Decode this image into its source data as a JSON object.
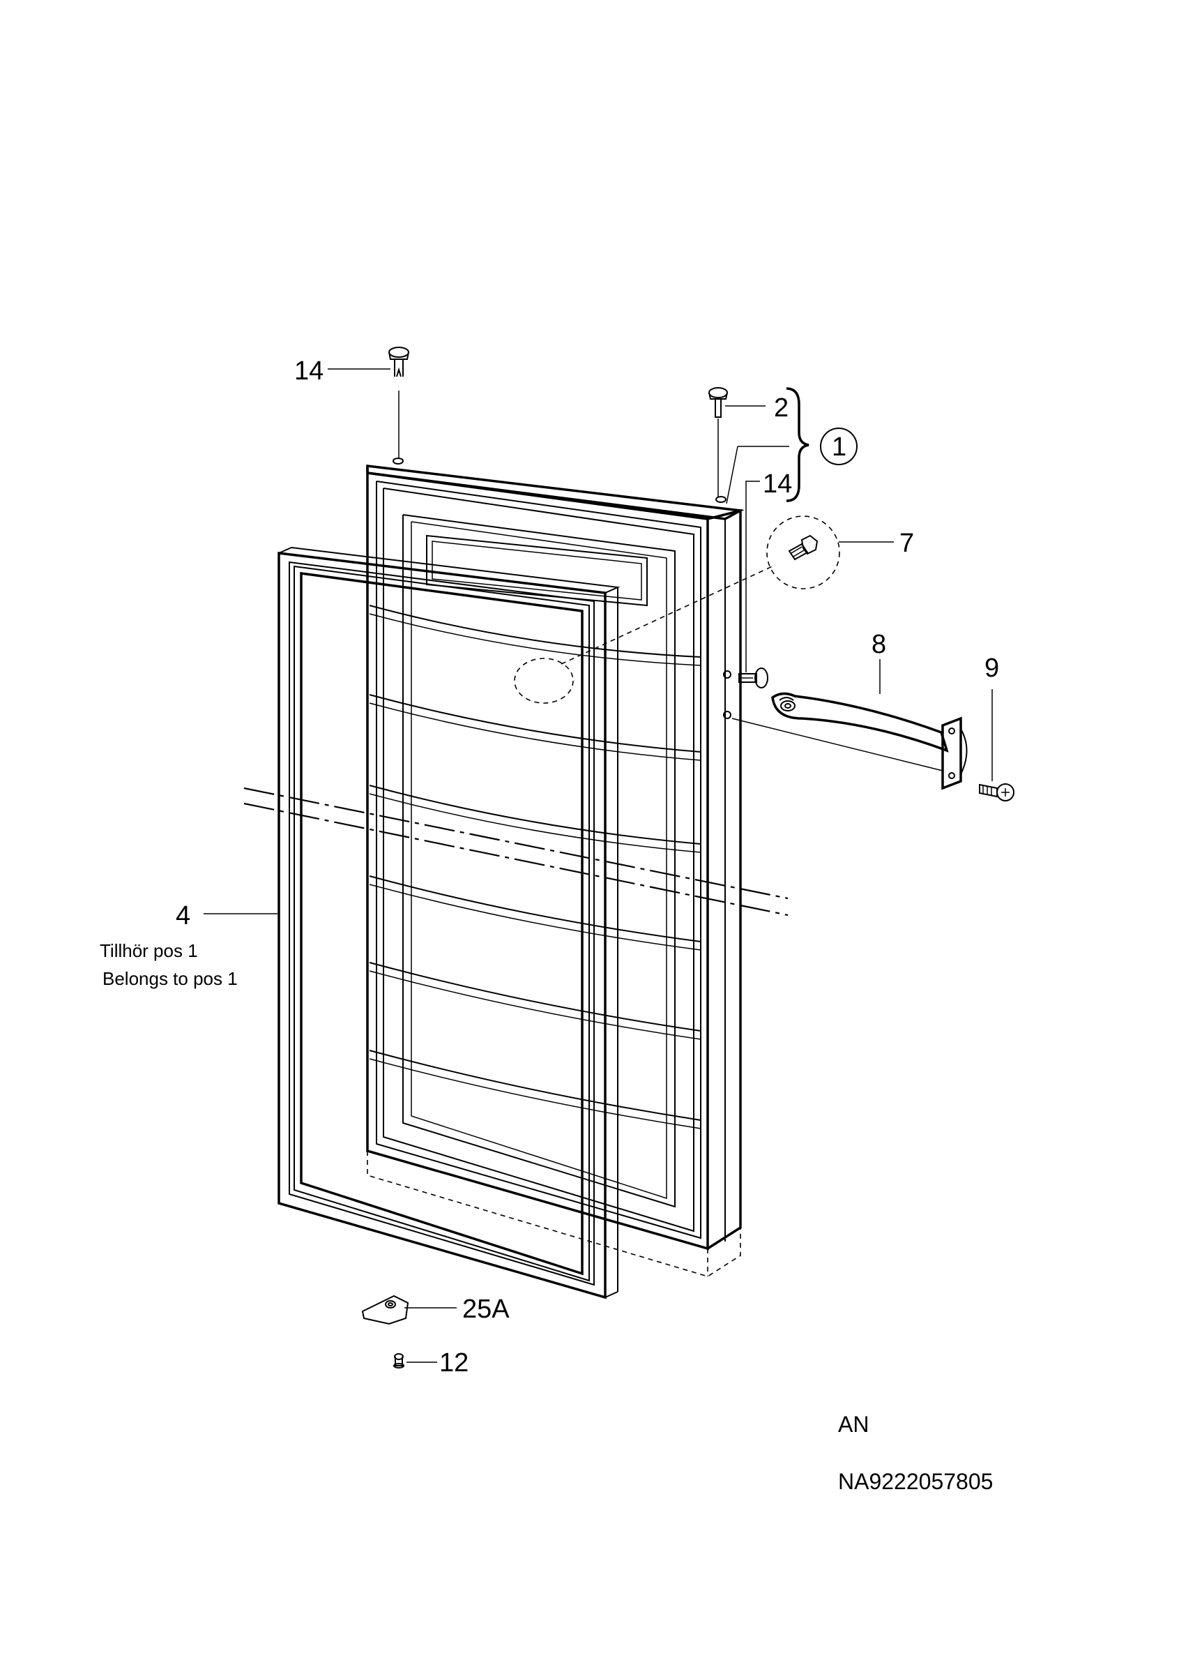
{
  "labels": {
    "p14_top": "14",
    "p2": "2",
    "p1": "1",
    "p14_right": "14",
    "p7": "7",
    "p8": "8",
    "p9": "9",
    "p4": "4",
    "note_sv": "Tillhör pos 1",
    "note_en": "Belongs to pos 1",
    "p25a": "25A",
    "p12": "12"
  },
  "footer": {
    "variant": "AN",
    "drawing_number": "NA9222057805"
  }
}
